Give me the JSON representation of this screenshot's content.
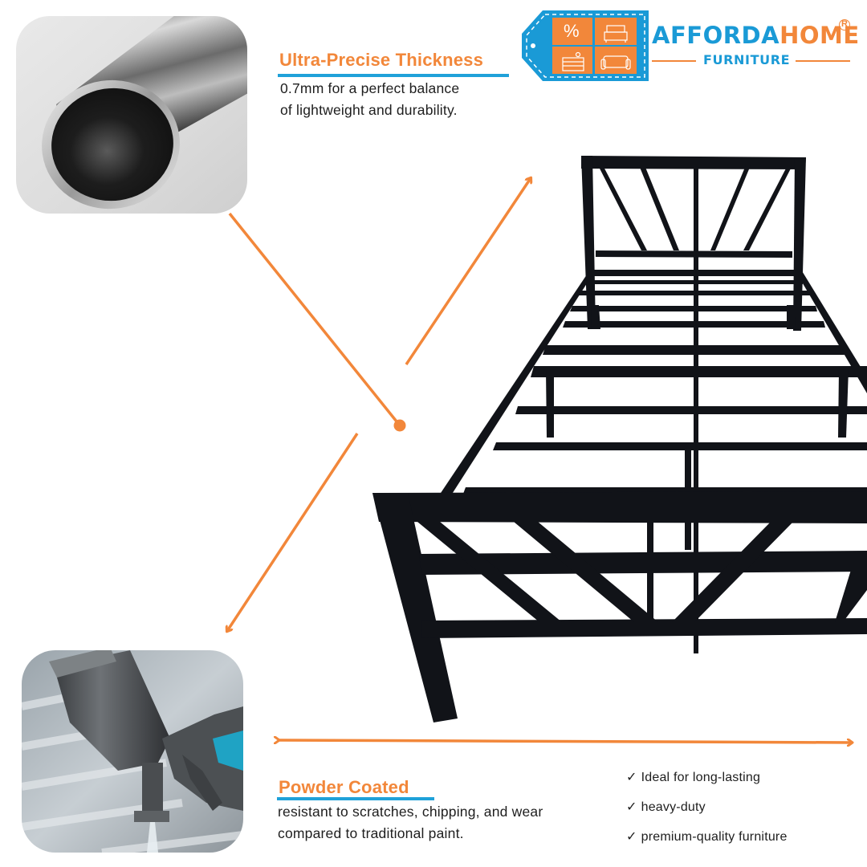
{
  "brand": {
    "name_part1": "AFFORDA",
    "name_part2": "HOME",
    "registered_mark": "R",
    "subtitle": "FURNITURE",
    "tag_icons": [
      "percent-icon",
      "bed-icon",
      "dresser-icon",
      "sofa-icon"
    ],
    "tag_percent_symbol": "%",
    "colors": {
      "blue": "#1a9ad6",
      "orange": "#f2873a"
    }
  },
  "features": {
    "thickness": {
      "title": "Ultra-Precise Thickness",
      "line1": "0.7mm for a perfect balance",
      "line2": "of lightweight and durability.",
      "image": "steel-tube-photo"
    },
    "powder": {
      "title": "Powder Coated",
      "line1": "resistant to scratches, chipping, and wear",
      "line2": "compared to traditional paint.",
      "image": "spray-gun-photo"
    }
  },
  "checklist": {
    "mark": "✓",
    "items": [
      "Ideal for long-lasting",
      "heavy-duty",
      "premium-quality furniture"
    ]
  },
  "product": {
    "image": "black-metal-bed-frame"
  },
  "colors": {
    "accent_orange": "#f2873a",
    "accent_blue": "#1fa1d9",
    "frame_black": "#111318"
  }
}
